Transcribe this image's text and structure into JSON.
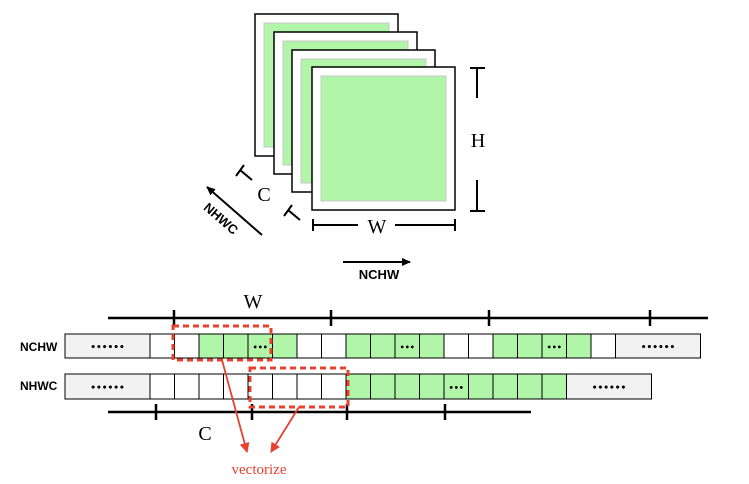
{
  "labels": {
    "dim_h": "H",
    "dim_w": "W",
    "dim_c": "C",
    "arrow_nchw": "NCHW",
    "arrow_nhwc": "NHWC",
    "bottom_w": "W",
    "bottom_c": "C",
    "row_nchw": "NCHW",
    "row_nhwc": "NHWC",
    "vectorize": "vectorize",
    "ellipsis_long": "••••••",
    "ellipsis_short": "•••"
  },
  "colors": {
    "green": "#b0f5a8",
    "light_grey": "#f2f2f2",
    "red": "#e8412e",
    "black": "#000000",
    "frame_inner": "#c8c8c8"
  },
  "rows": {
    "nchw": [
      "grey-dots",
      "white",
      "white",
      "green",
      "green",
      "green-dots",
      "green",
      "white",
      "white",
      "green",
      "green",
      "green-dots",
      "green",
      "white",
      "white",
      "green",
      "green",
      "green-dots",
      "green",
      "white",
      "grey-dots"
    ],
    "nhwc": [
      "grey-dots",
      "white",
      "white",
      "white",
      "white",
      "white",
      "white",
      "white",
      "white",
      "green",
      "green",
      "green",
      "green",
      "green-dots",
      "green",
      "green",
      "green",
      "green",
      "grey-dots"
    ]
  }
}
